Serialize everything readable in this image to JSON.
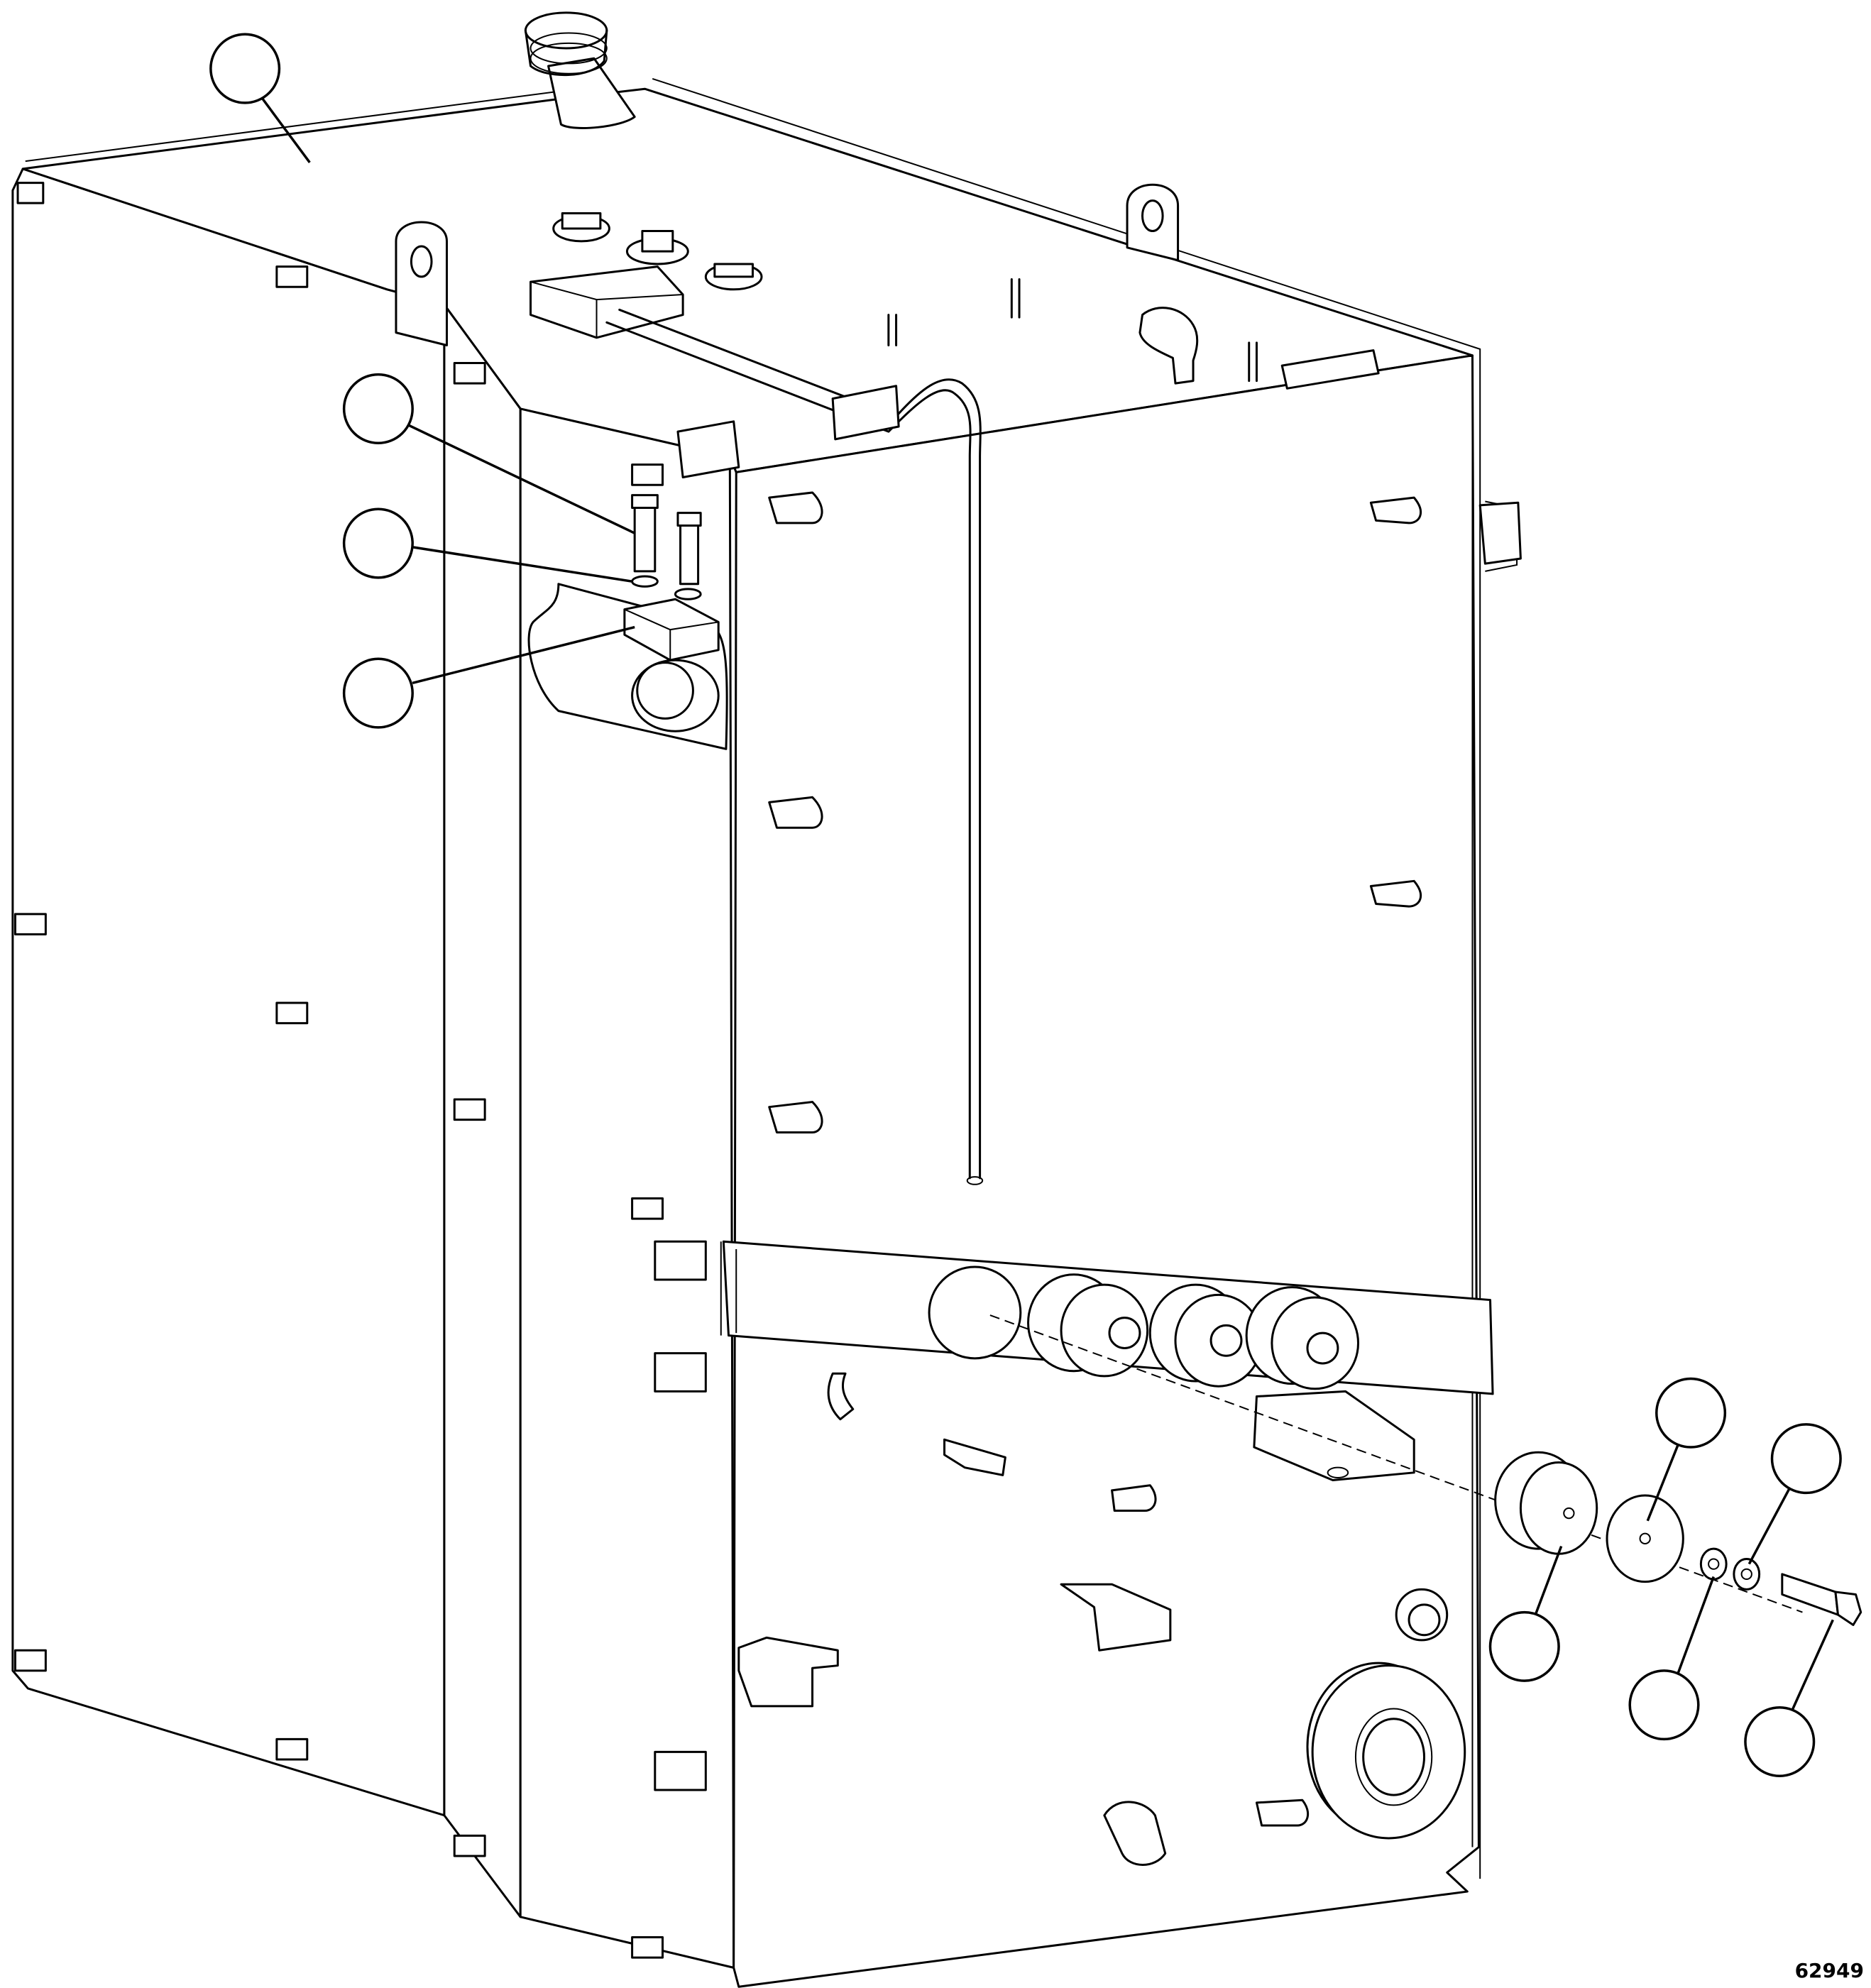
{
  "figure": {
    "drawing_number": "62949",
    "line_color": "#000000",
    "background_color": "#ffffff"
  },
  "callouts": [
    {
      "id": "tank-top",
      "label": ""
    },
    {
      "id": "cap-screw",
      "label": ""
    },
    {
      "id": "washer",
      "label": ""
    },
    {
      "id": "clamp-block",
      "label": ""
    },
    {
      "id": "rubber-mount",
      "label": ""
    },
    {
      "id": "large-washer",
      "label": ""
    },
    {
      "id": "lock-washer",
      "label": ""
    },
    {
      "id": "flat-washer",
      "label": ""
    },
    {
      "id": "hex-bolt",
      "label": ""
    }
  ]
}
